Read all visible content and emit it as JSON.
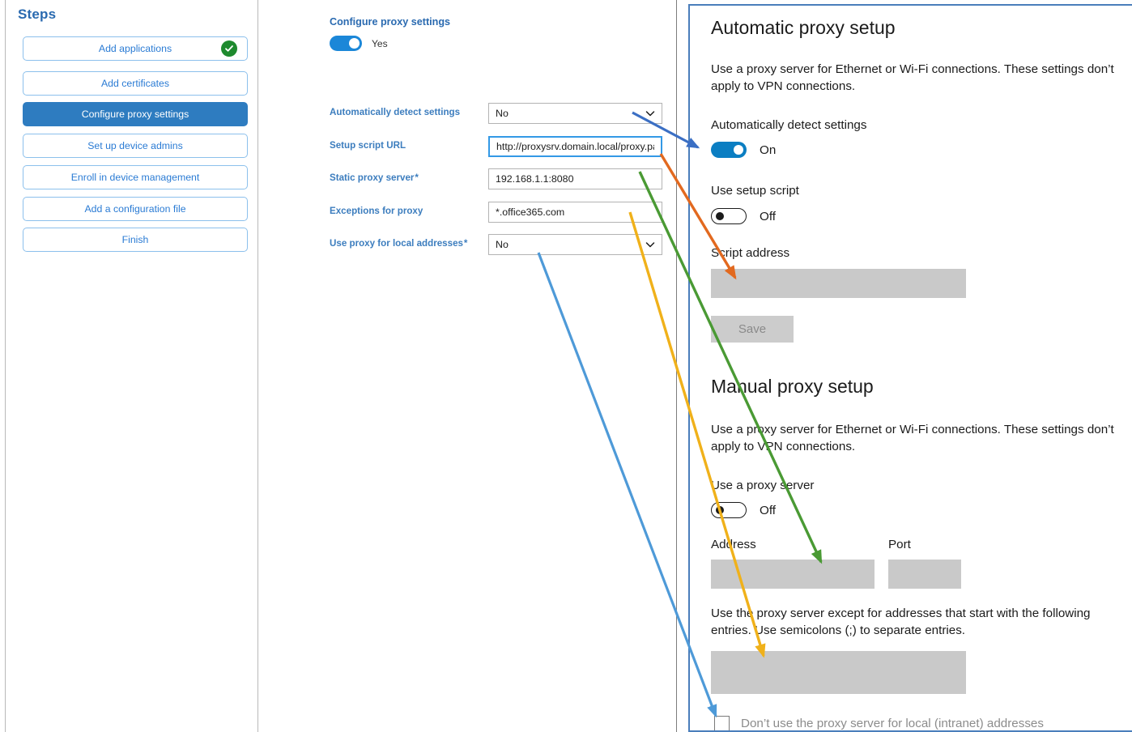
{
  "steps_panel": {
    "title": "Steps",
    "items": [
      {
        "label": "Add applications",
        "active": false,
        "completed": true
      },
      {
        "label": "Add certificates",
        "active": false,
        "completed": false
      },
      {
        "label": "Configure proxy settings",
        "active": true,
        "completed": false
      },
      {
        "label": "Set up device admins",
        "active": false,
        "completed": false
      },
      {
        "label": "Enroll in device management",
        "active": false,
        "completed": false
      },
      {
        "label": "Add a configuration file",
        "active": false,
        "completed": false
      },
      {
        "label": "Finish",
        "active": false,
        "completed": false
      }
    ],
    "accent_color": "#2e7cc0",
    "check_color": "#1e8a2e"
  },
  "form": {
    "title": "Configure proxy settings",
    "master_toggle": {
      "state": "Yes",
      "on": true
    },
    "fields": [
      {
        "label": "Automatically detect settings",
        "required": false,
        "type": "select",
        "value": "No"
      },
      {
        "label": "Setup script URL",
        "required": false,
        "type": "text",
        "value": "http://proxysrv.domain.local/proxy.pa",
        "focused": true
      },
      {
        "label": "Static proxy server",
        "required": true,
        "type": "text",
        "value": "192.168.1.1:8080"
      },
      {
        "label": "Exceptions for proxy",
        "required": false,
        "type": "text",
        "value": "*.office365.com"
      },
      {
        "label": "Use proxy for local addresses",
        "required": true,
        "type": "select",
        "value": "No"
      }
    ],
    "label_color": "#3c7dbe"
  },
  "settings_panel": {
    "automatic": {
      "heading": "Automatic proxy setup",
      "description": "Use a proxy server for Ethernet or Wi-Fi connections. These settings don’t apply to VPN connections.",
      "auto_detect_label": "Automatically detect settings",
      "auto_detect_state": "On",
      "use_script_label": "Use setup script",
      "use_script_state": "Off",
      "script_address_label": "Script address",
      "script_address_value": "",
      "save_label": "Save"
    },
    "manual": {
      "heading": "Manual proxy setup",
      "description": "Use a proxy server for Ethernet or Wi-Fi connections. These settings don’t apply to VPN connections.",
      "use_proxy_label": "Use a proxy server",
      "use_proxy_state": "Off",
      "address_label": "Address",
      "address_value": "",
      "port_label": "Port",
      "port_value": "",
      "exceptions_description": "Use the proxy server except for addresses that start with the following entries. Use semicolons (;) to separate entries.",
      "exceptions_value": "",
      "bypass_local_label": "Don’t use the proxy server for local (intranet) addresses"
    },
    "border_color": "#4a7ebb"
  },
  "annotations": {
    "arrows": [
      {
        "name": "auto-detect-mapping",
        "color": "#3b6fc4",
        "from_label": "Automatically detect settings",
        "to_label": "Automatically detect settings toggle"
      },
      {
        "name": "setup-script-mapping",
        "color": "#e2691f",
        "from_label": "Setup script URL",
        "to_label": "Script address"
      },
      {
        "name": "static-proxy-mapping",
        "color": "#4a9a34",
        "from_label": "Static proxy server",
        "to_label": "Address"
      },
      {
        "name": "exceptions-mapping",
        "color": "#f0b11a",
        "from_label": "Exceptions for proxy",
        "to_label": "Exceptions box"
      },
      {
        "name": "local-addresses-mapping",
        "color": "#4e9ad8",
        "from_label": "Use proxy for local addresses",
        "to_label": "Don’t use the proxy server for local (intranet) addresses"
      }
    ]
  }
}
